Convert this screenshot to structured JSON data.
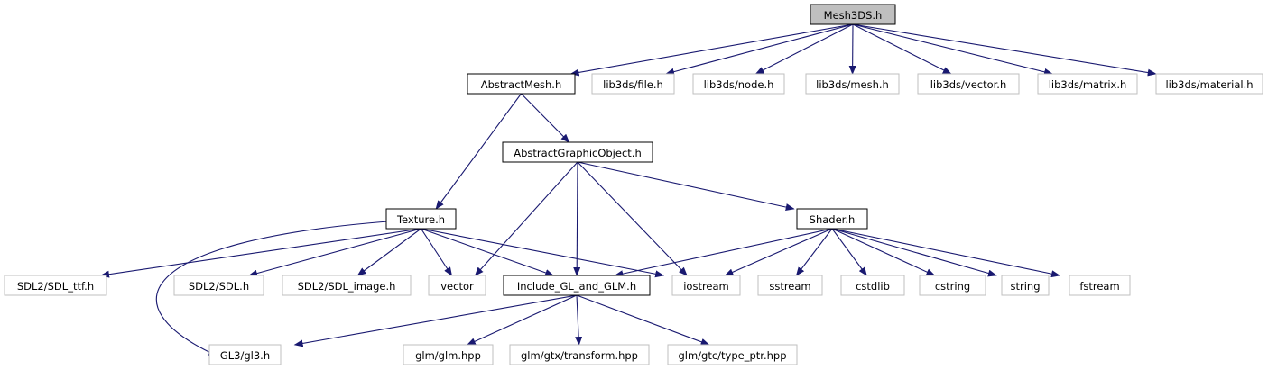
{
  "colors": {
    "edge": "#191970",
    "root_fill": "#bfbfbf",
    "root_border": "#000000",
    "local_border": "#000000",
    "external_border": "#bfbfbf",
    "external_text": "#333333",
    "fill": "#ffffff"
  },
  "nodes": [
    {
      "id": "mesh3ds",
      "label": "Mesh3DS.h",
      "kind": "root"
    },
    {
      "id": "abstractmesh",
      "label": "AbstractMesh.h",
      "kind": "local"
    },
    {
      "id": "lib_file",
      "label": "lib3ds/file.h",
      "kind": "external"
    },
    {
      "id": "lib_node",
      "label": "lib3ds/node.h",
      "kind": "external"
    },
    {
      "id": "lib_mesh",
      "label": "lib3ds/mesh.h",
      "kind": "external"
    },
    {
      "id": "lib_vector",
      "label": "lib3ds/vector.h",
      "kind": "external"
    },
    {
      "id": "lib_matrix",
      "label": "lib3ds/matrix.h",
      "kind": "external"
    },
    {
      "id": "lib_material",
      "label": "lib3ds/material.h",
      "kind": "external"
    },
    {
      "id": "abstractgraphic",
      "label": "AbstractGraphicObject.h",
      "kind": "local"
    },
    {
      "id": "texture",
      "label": "Texture.h",
      "kind": "local"
    },
    {
      "id": "shader",
      "label": "Shader.h",
      "kind": "local"
    },
    {
      "id": "sdl_ttf",
      "label": "SDL2/SDL_ttf.h",
      "kind": "external"
    },
    {
      "id": "sdl",
      "label": "SDL2/SDL.h",
      "kind": "external"
    },
    {
      "id": "sdl_image",
      "label": "SDL2/SDL_image.h",
      "kind": "external"
    },
    {
      "id": "vector",
      "label": "vector",
      "kind": "external"
    },
    {
      "id": "include_gl",
      "label": "Include_GL_and_GLM.h",
      "kind": "local"
    },
    {
      "id": "iostream",
      "label": "iostream",
      "kind": "external"
    },
    {
      "id": "sstream",
      "label": "sstream",
      "kind": "external"
    },
    {
      "id": "cstdlib",
      "label": "cstdlib",
      "kind": "external"
    },
    {
      "id": "cstring",
      "label": "cstring",
      "kind": "external"
    },
    {
      "id": "string",
      "label": "string",
      "kind": "external"
    },
    {
      "id": "fstream",
      "label": "fstream",
      "kind": "external"
    },
    {
      "id": "gl3",
      "label": "GL3/gl3.h",
      "kind": "external"
    },
    {
      "id": "glm_glm",
      "label": "glm/glm.hpp",
      "kind": "external"
    },
    {
      "id": "glm_transform",
      "label": "glm/gtx/transform.hpp",
      "kind": "external"
    },
    {
      "id": "glm_typeptr",
      "label": "glm/gtc/type_ptr.hpp",
      "kind": "external"
    }
  ],
  "edges": [
    {
      "from": "mesh3ds",
      "to": "abstractmesh"
    },
    {
      "from": "mesh3ds",
      "to": "lib_file"
    },
    {
      "from": "mesh3ds",
      "to": "lib_node"
    },
    {
      "from": "mesh3ds",
      "to": "lib_mesh"
    },
    {
      "from": "mesh3ds",
      "to": "lib_vector"
    },
    {
      "from": "mesh3ds",
      "to": "lib_matrix"
    },
    {
      "from": "mesh3ds",
      "to": "lib_material"
    },
    {
      "from": "abstractmesh",
      "to": "abstractgraphic"
    },
    {
      "from": "abstractmesh",
      "to": "texture"
    },
    {
      "from": "abstractgraphic",
      "to": "vector"
    },
    {
      "from": "abstractgraphic",
      "to": "include_gl"
    },
    {
      "from": "abstractgraphic",
      "to": "iostream"
    },
    {
      "from": "abstractgraphic",
      "to": "shader"
    },
    {
      "from": "texture",
      "to": "sdl_ttf"
    },
    {
      "from": "texture",
      "to": "sdl"
    },
    {
      "from": "texture",
      "to": "sdl_image"
    },
    {
      "from": "texture",
      "to": "vector"
    },
    {
      "from": "texture",
      "to": "include_gl"
    },
    {
      "from": "texture",
      "to": "iostream"
    },
    {
      "from": "texture",
      "to": "gl3"
    },
    {
      "from": "shader",
      "to": "include_gl"
    },
    {
      "from": "shader",
      "to": "iostream"
    },
    {
      "from": "shader",
      "to": "sstream"
    },
    {
      "from": "shader",
      "to": "cstdlib"
    },
    {
      "from": "shader",
      "to": "cstring"
    },
    {
      "from": "shader",
      "to": "string"
    },
    {
      "from": "shader",
      "to": "fstream"
    },
    {
      "from": "include_gl",
      "to": "gl3"
    },
    {
      "from": "include_gl",
      "to": "glm_glm"
    },
    {
      "from": "include_gl",
      "to": "glm_transform"
    },
    {
      "from": "include_gl",
      "to": "glm_typeptr"
    }
  ]
}
